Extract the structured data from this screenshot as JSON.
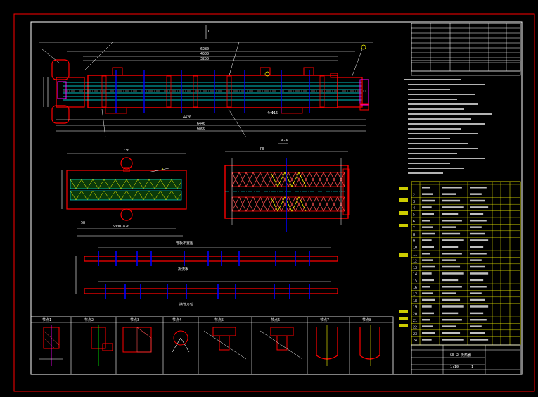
{
  "drawing": {
    "sheet_border_color": "#ff0000",
    "frame_color": "#ffffff",
    "shell_color": "#ff0000",
    "dim_color": "#ffffff",
    "center_color": "#00ffff",
    "baffle_color": "#0000ff",
    "table_color": "#ffff00"
  },
  "labels": {
    "dim_top": "6280",
    "dim_mid": "4420",
    "dim_bot": "6440",
    "section_a": "A-A",
    "section_label": "PE",
    "plan_title": "管板布置图",
    "mid_label": "折流板",
    "bottom_label": "接管方位",
    "scale": "1:10",
    "qty": "1",
    "drawing_no": "SE-2",
    "title_box": "换热器"
  },
  "parts_table": {
    "rows": [
      "1",
      "2",
      "3",
      "4",
      "5",
      "6",
      "7",
      "8",
      "9",
      "10",
      "11",
      "12",
      "13",
      "14",
      "15",
      "16",
      "17",
      "18",
      "19",
      "20",
      "21",
      "22",
      "23",
      "24"
    ]
  },
  "details": {
    "titles": [
      "节点1",
      "节点2",
      "节点3",
      "节点4",
      "节点5",
      "节点6",
      "节点7",
      "节点8"
    ]
  }
}
